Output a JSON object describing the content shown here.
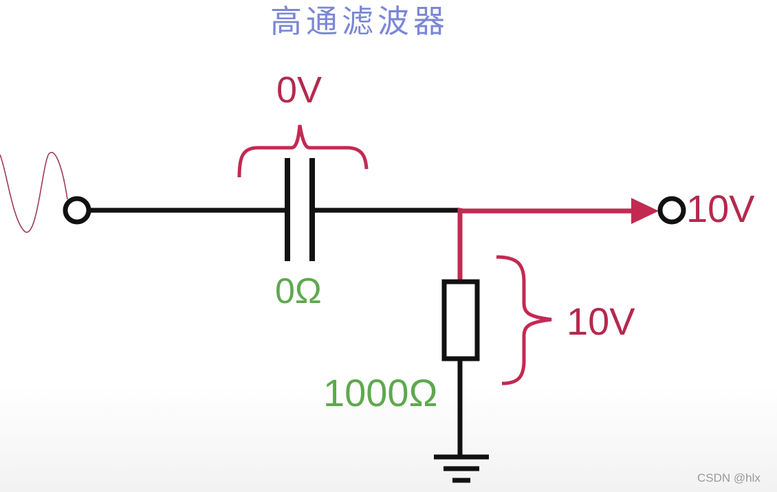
{
  "title": "高通滤波器",
  "capacitor": {
    "voltage": "0V",
    "impedance": "0Ω"
  },
  "resistor": {
    "voltage": "10V",
    "resistance": "1000Ω"
  },
  "output": {
    "voltage": "10V"
  },
  "watermark": "CSDN @hlx",
  "colors": {
    "wire": "#111111",
    "highlight": "#c22a52",
    "title": "#7b87d6",
    "green": "#5fa84e",
    "signal": "#9a3b55"
  }
}
